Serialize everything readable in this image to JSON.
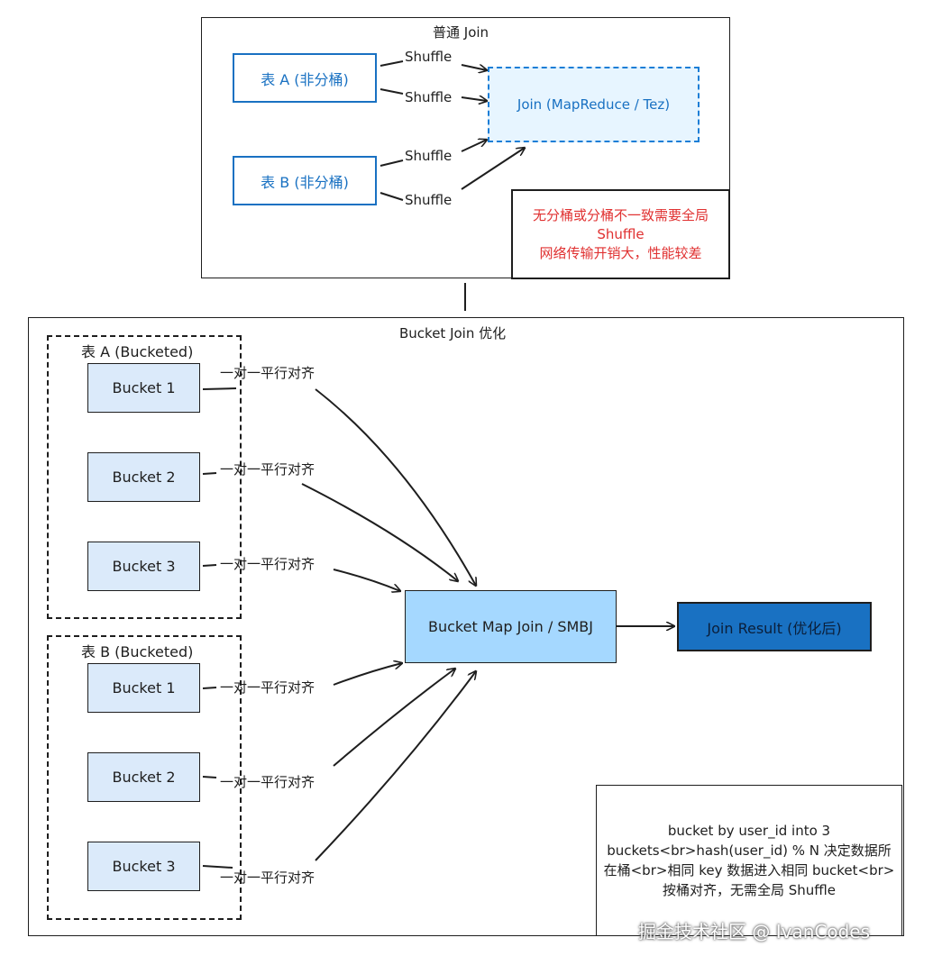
{
  "normal_join": {
    "title": "普通 Join",
    "table_a": "表 A (非分桶)",
    "table_b": "表 B (非分桶)",
    "join_engine": "Join (MapReduce / Tez)",
    "shuffle_labels": [
      "Shuffle",
      "Shuffle",
      "Shuffle",
      "Shuffle"
    ],
    "note": "无分桶或分桶不一致需要全局 Shuffle\n网络传输开销大，性能较差"
  },
  "bucket_join": {
    "title": "Bucket Join 优化",
    "group_a": {
      "title": "表 A (Bucketed)",
      "buckets": [
        "Bucket 1",
        "Bucket 2",
        "Bucket 3"
      ]
    },
    "group_b": {
      "title": "表 B (Bucketed)",
      "buckets": [
        "Bucket 1",
        "Bucket 2",
        "Bucket 3"
      ]
    },
    "edge_label": "一对一平行对齐",
    "smbj": "Bucket Map Join / SMBJ",
    "result": "Join Result (优化后)",
    "note": "bucket by user_id into 3 buckets<br>hash(user_id) % N 决定数据所在桶<br>相同 key 数据进入相同 bucket<br>按桶对齐，无需全局 Shuffle"
  },
  "watermark": "掘金技术社区 @ IvanCodes"
}
